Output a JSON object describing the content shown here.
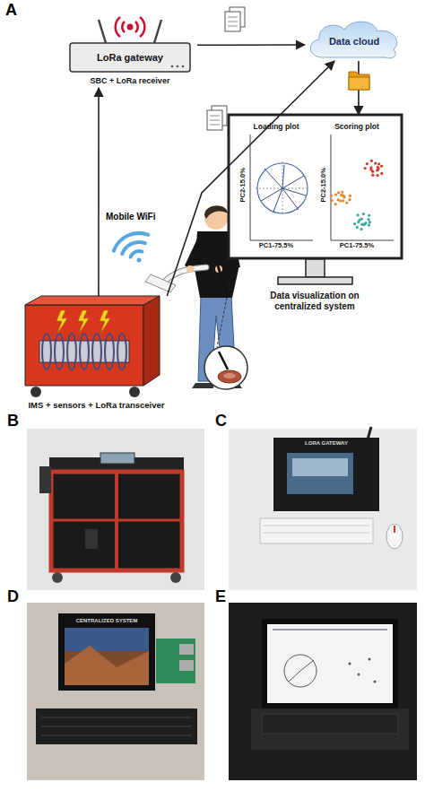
{
  "diagram": {
    "nodes": [
      {
        "text": [
          "LoRa gateway",
          "SBC + LoRa receiver"
        ]
      },
      {
        "text": [
          "Data cloud"
        ]
      },
      {
        "text": [
          "Data visualization on centralized system"
        ]
      },
      {
        "text": [
          "Loading plot",
          "PC2-15.0%",
          "PC1-75.5%"
        ],
        "in": 2
      },
      {
        "text": [
          "Scoring plot",
          "PC2-15.0%",
          "PC1-75.5%"
        ],
        "in": 2
      },
      {
        "text": [
          "IMS + sensors + LoRa transceiver"
        ]
      }
    ],
    "edges": [
      {
        "from": 5,
        "to": 0,
        "arrow": "to"
      },
      {
        "from": 0,
        "to": 1,
        "arrow": "to"
      },
      {
        "from": 5,
        "to": 1,
        "arrow": "to"
      },
      {
        "from": 1,
        "to": 2,
        "arrow": "to"
      }
    ],
    "labels": [
      "A",
      "Mobile WiFi",
      "B",
      "C",
      "LORA GATEWAY",
      "D",
      "CENTRALIZED SYSTEM",
      "E"
    ]
  }
}
